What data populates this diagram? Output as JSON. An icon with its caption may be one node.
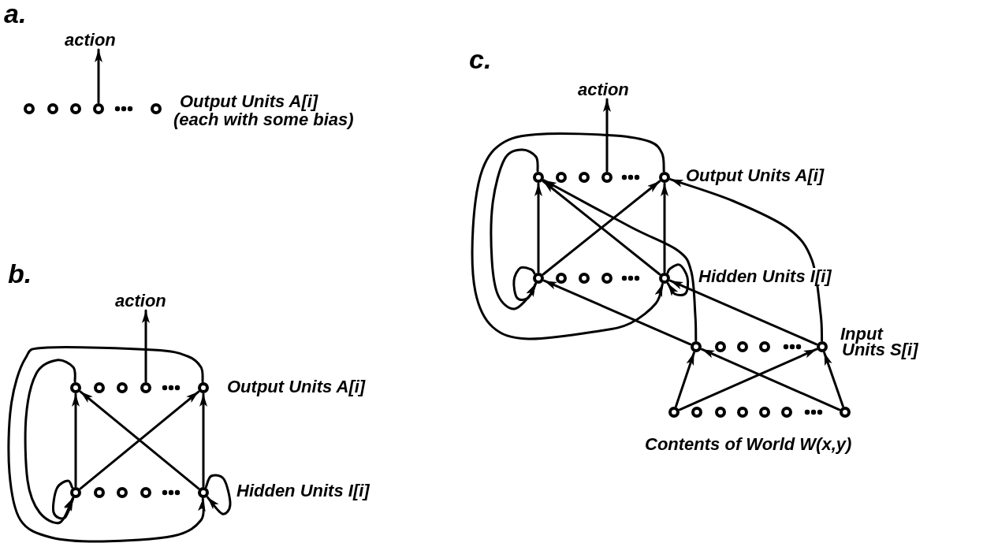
{
  "diagram": {
    "nodes": [
      {
        "text": [
          "action"
        ]
      },
      {
        "text": [],
        "shape": "circle"
      },
      {
        "text": [],
        "shape": "circle"
      },
      {
        "text": [],
        "shape": "circle"
      },
      {
        "text": [],
        "shape": "circle"
      },
      {
        "text": [],
        "shape": "circle"
      },
      {
        "text": [
          "action"
        ]
      },
      {
        "text": [],
        "shape": "circle"
      },
      {
        "text": [],
        "shape": "circle"
      },
      {
        "text": [],
        "shape": "circle"
      },
      {
        "text": [],
        "shape": "circle"
      },
      {
        "text": [],
        "shape": "circle"
      },
      {
        "text": [],
        "shape": "circle"
      },
      {
        "text": [],
        "shape": "circle"
      },
      {
        "text": [],
        "shape": "circle"
      },
      {
        "text": [],
        "shape": "circle"
      },
      {
        "text": [],
        "shape": "circle"
      },
      {
        "text": [
          "action"
        ]
      },
      {
        "text": [],
        "shape": "circle"
      },
      {
        "text": [],
        "shape": "circle"
      },
      {
        "text": [],
        "shape": "circle"
      },
      {
        "text": [],
        "shape": "circle"
      },
      {
        "text": [],
        "shape": "circle"
      },
      {
        "text": [],
        "shape": "circle"
      },
      {
        "text": [],
        "shape": "circle"
      },
      {
        "text": [],
        "shape": "circle"
      },
      {
        "text": [],
        "shape": "circle"
      },
      {
        "text": [],
        "shape": "circle"
      },
      {
        "text": [],
        "shape": "circle"
      },
      {
        "text": [],
        "shape": "circle"
      },
      {
        "text": [],
        "shape": "circle"
      },
      {
        "text": [],
        "shape": "circle"
      },
      {
        "text": [],
        "shape": "circle"
      },
      {
        "text": [],
        "shape": "circle"
      },
      {
        "text": [],
        "shape": "circle"
      },
      {
        "text": [],
        "shape": "circle"
      },
      {
        "text": [],
        "shape": "circle"
      },
      {
        "text": [],
        "shape": "circle"
      },
      {
        "text": [],
        "shape": "circle"
      },
      {
        "text": [],
        "shape": "circle"
      }
    ],
    "edges": [
      {
        "from": 4,
        "to": 0,
        "arrow": "to"
      },
      {
        "from": 10,
        "to": 6,
        "arrow": "to"
      },
      {
        "from": 12,
        "to": 7,
        "arrow": "to"
      },
      {
        "from": 12,
        "to": 11,
        "arrow": "to"
      },
      {
        "from": 16,
        "to": 7,
        "arrow": "to"
      },
      {
        "from": 16,
        "to": 11,
        "arrow": "to"
      },
      {
        "from": 7,
        "to": 12,
        "arrow": "to"
      },
      {
        "from": 11,
        "to": 16,
        "arrow": "to"
      },
      {
        "from": 12,
        "to": 12,
        "arrow": "to"
      },
      {
        "from": 16,
        "to": 16,
        "arrow": "to"
      },
      {
        "from": 21,
        "to": 17,
        "arrow": "to"
      },
      {
        "from": 23,
        "to": 18,
        "arrow": "to"
      },
      {
        "from": 23,
        "to": 22,
        "arrow": "to"
      },
      {
        "from": 27,
        "to": 18,
        "arrow": "to"
      },
      {
        "from": 27,
        "to": 22,
        "arrow": "to"
      },
      {
        "from": 18,
        "to": 23,
        "arrow": "to"
      },
      {
        "from": 22,
        "to": 27,
        "arrow": "to"
      },
      {
        "from": 23,
        "to": 23,
        "arrow": "to"
      },
      {
        "from": 27,
        "to": 27,
        "arrow": "to"
      },
      {
        "from": 28,
        "to": 23,
        "arrow": "to"
      },
      {
        "from": 28,
        "to": 18,
        "arrow": "to"
      },
      {
        "from": 32,
        "to": 27,
        "arrow": "to"
      },
      {
        "from": 32,
        "to": 22,
        "arrow": "to"
      },
      {
        "from": 33,
        "to": 28,
        "arrow": "to"
      },
      {
        "from": 33,
        "to": 32,
        "arrow": "to"
      },
      {
        "from": 39,
        "to": 28,
        "arrow": "to"
      },
      {
        "from": 39,
        "to": 32,
        "arrow": "to"
      }
    ],
    "labels": [
      "a.",
      "Output Units A[i]",
      "(each with some bias)",
      "b.",
      "Output Units A[i]",
      "Hidden Units I[i]",
      "c.",
      "Output Units A[i]",
      "Hidden Units I[i]",
      "Input Units S[i]",
      "Contents of World W(x,y)"
    ]
  }
}
